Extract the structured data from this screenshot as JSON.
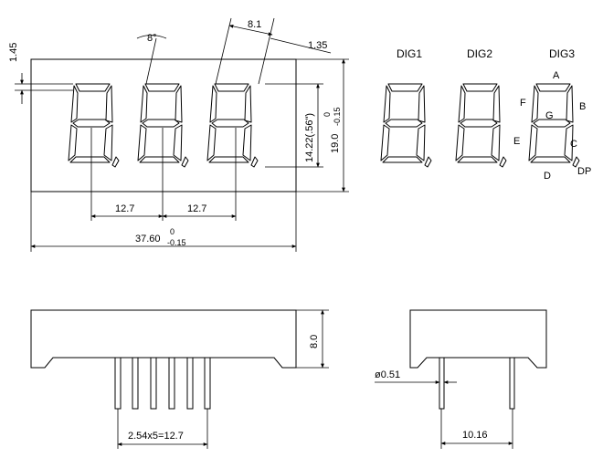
{
  "front_view": {
    "dim_pitch_top": "8.1",
    "dim_slant": "8°",
    "dim_segment": "1.35",
    "dim_top_offset": "1.45",
    "dim_digit_height": "14.22(.56\")",
    "dim_body_height_base": "19.0",
    "dim_body_height_tol_top": "0",
    "dim_body_height_tol_bottom": "-0.15",
    "dim_digit_pitch_1": "12.7",
    "dim_digit_pitch_2": "12.7",
    "dim_body_width_base": "37.60",
    "dim_body_width_tol_top": "0",
    "dim_body_width_tol_bottom": "-0.15"
  },
  "digit_labels": [
    "DIG1",
    "DIG2",
    "DIG3"
  ],
  "segment_labels": {
    "a": "A",
    "b": "B",
    "c": "C",
    "d": "D",
    "e": "E",
    "f": "F",
    "g": "G",
    "dp": "DP"
  },
  "side_view": {
    "dim_thickness": "8.0",
    "dim_pin_pitch": "2.54x5=12.7"
  },
  "end_view": {
    "dim_pin_diameter": "ø0.51",
    "dim_row_spacing": "10.16"
  }
}
